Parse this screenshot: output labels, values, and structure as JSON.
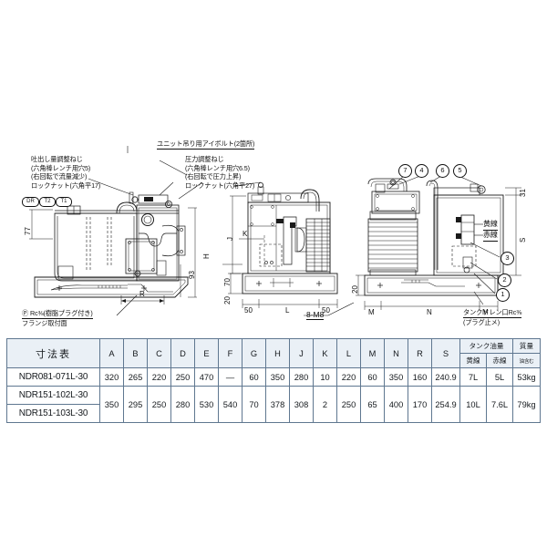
{
  "document": {
    "type": "technical-dimension-drawing",
    "title": "寸法表"
  },
  "annotations": {
    "discharge_adjust": [
      "吐出し量調整ねじ",
      "(六角棒レンチ用穴5)",
      "(右回転で流量減少)",
      "ロックナット(六角平17)"
    ],
    "eyebolt": "ユニット吊り用アイボルト(2箇所)",
    "pressure_adjust": [
      "圧力調整ねじ",
      "(六角棒レンチ用穴6.5)",
      "(右回転で圧力上昇)",
      "ロックナット(六角平27)"
    ],
    "port_p": [
      "Ⓟ Rc⅜(樹脂プラグ付き)",
      "フランジ取付面"
    ],
    "tank_drain": [
      "タンクドレン口Rc⅜",
      "(プラグ止メ)"
    ],
    "bolt_spec": "8-M8",
    "wire_yellow": "黄線",
    "wire_red": "赤線"
  },
  "port_labels": [
    "DR",
    "T2",
    "T1"
  ],
  "balloons_top": [
    "7",
    "4",
    "6",
    "5"
  ],
  "balloons_right": [
    "3",
    "2",
    "1"
  ],
  "dimension_marks": {
    "left_view": [
      "77",
      "H",
      "93",
      "R"
    ],
    "center_view": [
      "J",
      "K",
      "70",
      "20",
      "50",
      "L",
      "50"
    ],
    "right_view": [
      "31",
      "S",
      "20",
      "M",
      "N",
      "M"
    ]
  },
  "chart_data": {
    "type": "table",
    "title": "寸法表",
    "columns": [
      "寸法表",
      "A",
      "B",
      "C",
      "D",
      "E",
      "F",
      "G",
      "H",
      "J",
      "K",
      "L",
      "M",
      "N",
      "R",
      "S",
      "黄線",
      "赤線",
      "質量"
    ],
    "column_groups": [
      {
        "label": "タンク油量",
        "sub": [
          "黄線",
          "赤線"
        ]
      },
      {
        "label": "質量",
        "sub": [
          "油含む"
        ]
      }
    ],
    "rows": [
      {
        "model": "NDR081-071L-30",
        "values": [
          "320",
          "265",
          "220",
          "250",
          "470",
          "—",
          "60",
          "350",
          "280",
          "10",
          "220",
          "60",
          "350",
          "160",
          "240.9"
        ],
        "tank_yellow": "7L",
        "tank_red": "5L",
        "mass": "53kg"
      },
      {
        "model": "NDR151-102L-30",
        "values": [
          "350",
          "295",
          "250",
          "280",
          "530",
          "540",
          "70",
          "378",
          "308",
          "2",
          "250",
          "65",
          "400",
          "170",
          "254.9"
        ],
        "tank_yellow": "10L",
        "tank_red": "7.6L",
        "mass": "79kg"
      },
      {
        "model": "NDR151-103L-30",
        "values": [
          "350",
          "295",
          "250",
          "280",
          "530",
          "540",
          "70",
          "378",
          "308",
          "2",
          "250",
          "65",
          "400",
          "170",
          "254.9"
        ],
        "tank_yellow": "10L",
        "tank_red": "7.6L",
        "mass": "79kg"
      }
    ]
  },
  "colors": {
    "line": "#1a1a1a",
    "hatch": "#5f7790",
    "header_bg": "#eaf0f6",
    "border": "#5f7790"
  }
}
